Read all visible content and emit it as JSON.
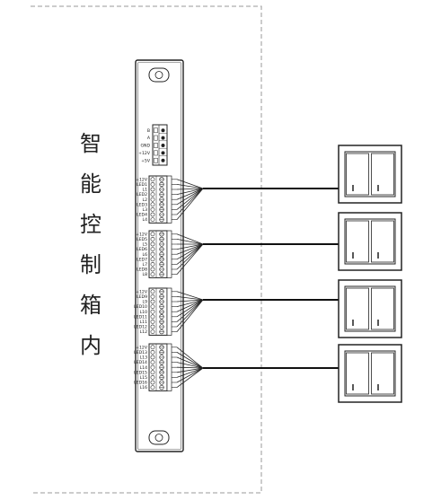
{
  "cabinet": {
    "label": "智能控制箱内"
  },
  "power_terminal": {
    "pins": [
      "B",
      "A",
      "GND",
      "+12V",
      "+5V"
    ]
  },
  "channel_terminals": [
    {
      "pins": [
        "+12V",
        "LED1",
        "L1",
        "LED2",
        "L2",
        "LED3",
        "L3",
        "LED4",
        "L4"
      ]
    },
    {
      "pins": [
        "+12V",
        "LED5",
        "L5",
        "LED6",
        "L6",
        "LED7",
        "L7",
        "LED8",
        "L8"
      ]
    },
    {
      "pins": [
        "+12V",
        "LED9",
        "L9",
        "LED10",
        "L10",
        "LED11",
        "L11",
        "LED12",
        "L12"
      ]
    },
    {
      "pins": [
        "+12V",
        "LED13",
        "L13",
        "LED14",
        "L14",
        "LED15",
        "L15",
        "LED16",
        "L16"
      ]
    }
  ],
  "switch_panels": [
    {
      "gangs": 2
    },
    {
      "gangs": 2
    },
    {
      "gangs": 2
    },
    {
      "gangs": 2
    }
  ]
}
